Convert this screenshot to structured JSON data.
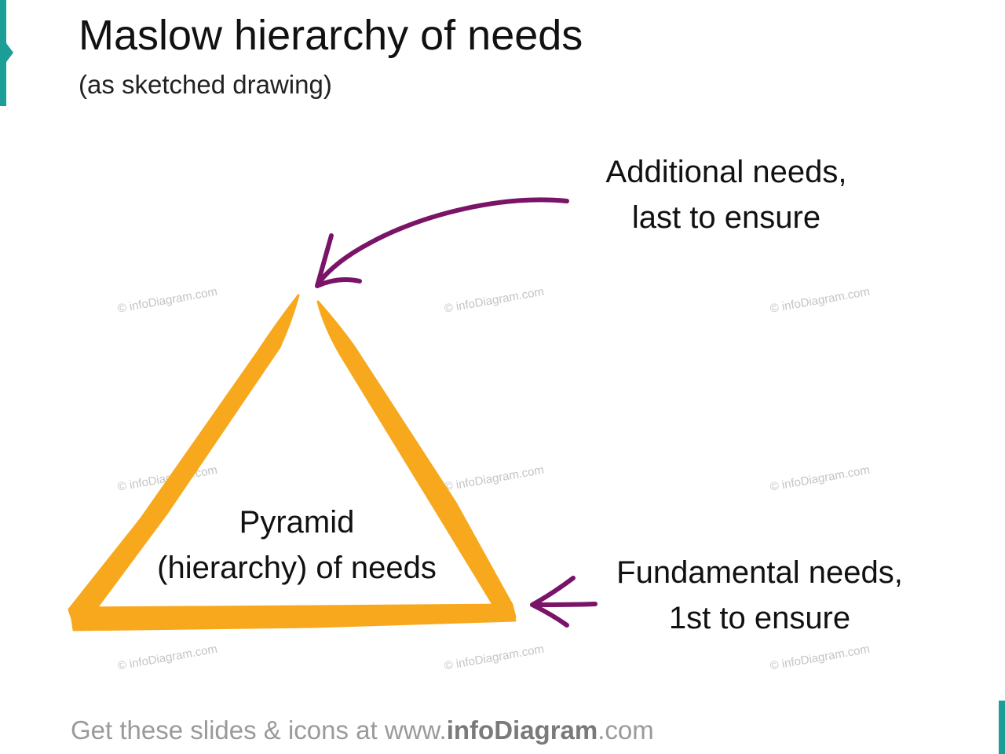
{
  "slide": {
    "title": "Maslow hierarchy of needs",
    "subtitle": "(as sketched drawing)"
  },
  "diagram": {
    "pyramid_label_line1": "Pyramid",
    "pyramid_label_line2": "(hierarchy) of needs",
    "top_label_line1": "Additional needs,",
    "top_label_line2": "last to ensure",
    "bottom_label_line1": "Fundamental needs,",
    "bottom_label_line2": "1st to ensure",
    "colors": {
      "triangle": "#f7a81c",
      "arrows": "#7a1468"
    }
  },
  "watermark": {
    "text": "© infoDiagram.com"
  },
  "footer": {
    "prefix": "Get these slides & icons at www.",
    "brand": "infoDiagram",
    "suffix": ".com"
  },
  "colors": {
    "accent": "#1a9e96"
  }
}
